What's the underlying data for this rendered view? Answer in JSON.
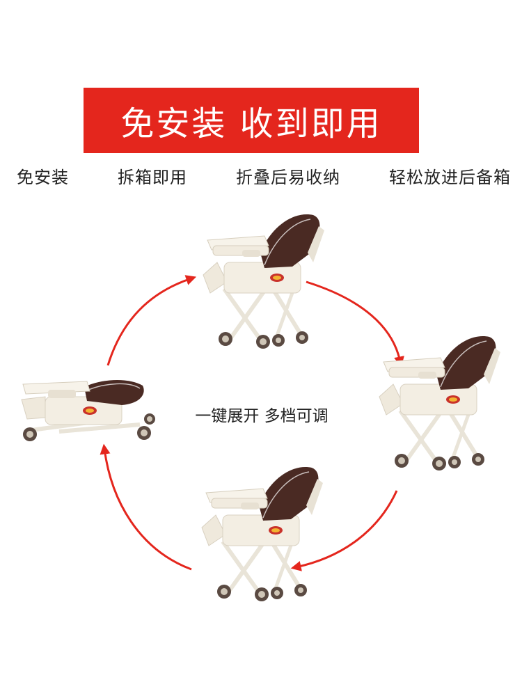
{
  "banner": {
    "title": "免安装 收到即用",
    "color": "#e4261d"
  },
  "features": [
    "免安装",
    "拆箱即用",
    "折叠后易收纳",
    "轻松放进后备箱"
  ],
  "center_caption": "一键展开 多档可调",
  "colors": {
    "arrow": "#e4261d",
    "seat": "#4a2a23",
    "frame": "#f3eee3",
    "tray": "#f7f3ea"
  }
}
